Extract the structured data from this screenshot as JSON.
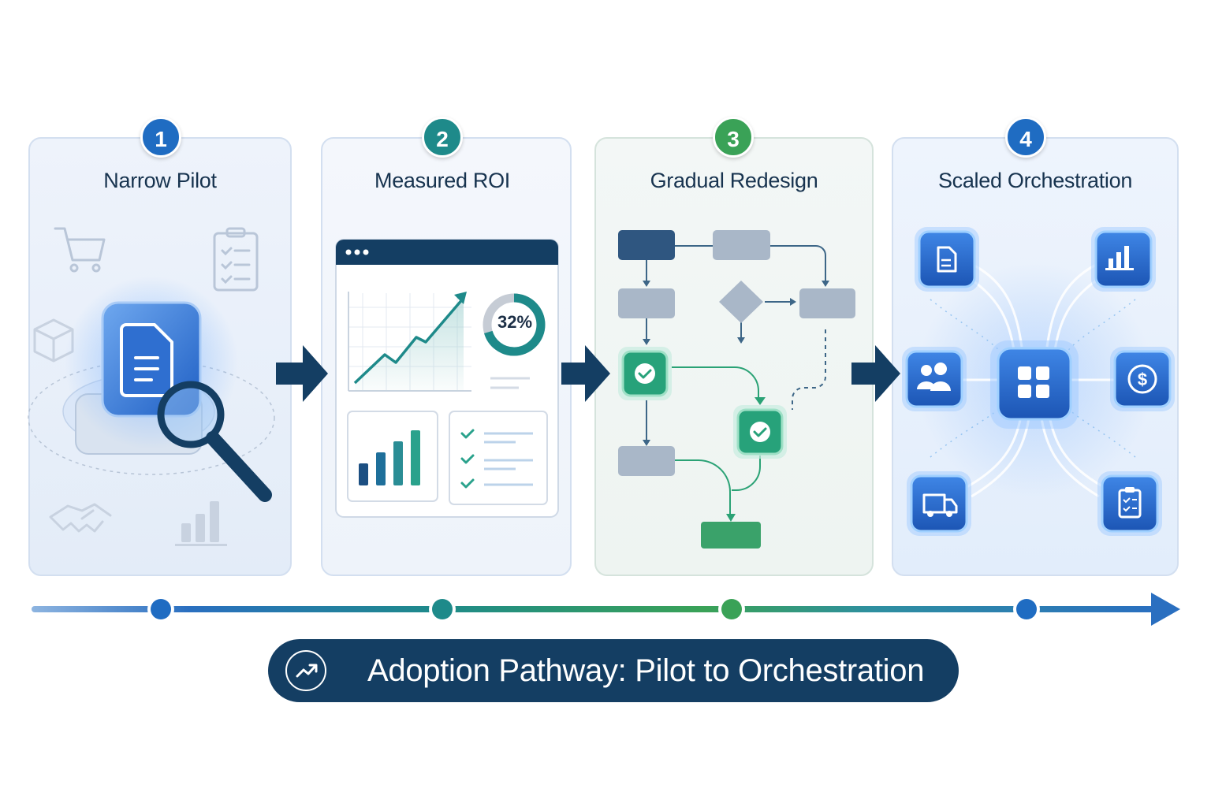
{
  "steps": [
    {
      "number": "1",
      "title": "Narrow Pilot",
      "color": "#1f6cc2"
    },
    {
      "number": "2",
      "title": "Measured ROI",
      "color": "#1e8a8a"
    },
    {
      "number": "3",
      "title": "Gradual Redesign",
      "color": "#3aa257"
    },
    {
      "number": "4",
      "title": "Scaled Orchestration",
      "color": "#1f6cc2"
    }
  ],
  "roi_value": "32%",
  "roi_fraction": 0.32,
  "banner": {
    "text": "Adoption Pathway: Pilot to Orchestration",
    "icon": "trending-up-icon"
  },
  "icons": {
    "step1": [
      "shopping-cart-icon",
      "clipboard-icon",
      "box-icon",
      "handshake-icon",
      "bar-chart-icon",
      "document-icon",
      "magnifier-icon"
    ],
    "step4": [
      "document-icon",
      "bar-chart-icon",
      "users-icon",
      "dollar-icon",
      "truck-icon",
      "clipboard-icon",
      "grid-hub-icon"
    ]
  },
  "colors": {
    "navy": "#143e63",
    "blue": "#1f6cc2",
    "teal": "#1e8a8a",
    "green": "#3aa257"
  }
}
